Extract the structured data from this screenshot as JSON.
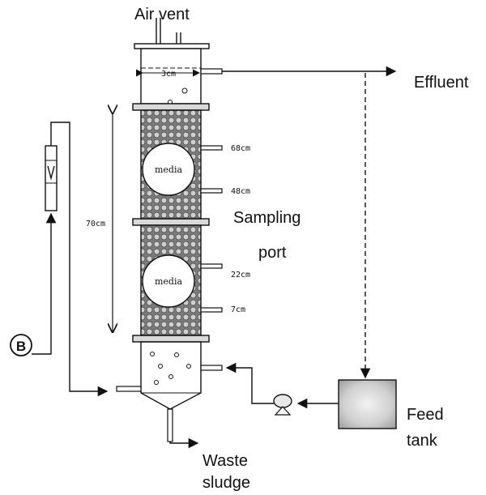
{
  "labels": {
    "air_vent": "Air vent",
    "effluent": "Effluent",
    "sampling_line1": "Sampling",
    "sampling_line2": "port",
    "feed_line1": "Feed",
    "feed_line2": "tank",
    "waste_line1": "Waste",
    "waste_line2": "sludge",
    "blower": "B",
    "flowmeter": "V"
  },
  "dimensions": {
    "diameter": "3cm",
    "height": "70cm"
  },
  "ports": [
    "68cm",
    "48cm",
    "22cm",
    "7cm"
  ],
  "media_labels": [
    "media",
    "media"
  ]
}
